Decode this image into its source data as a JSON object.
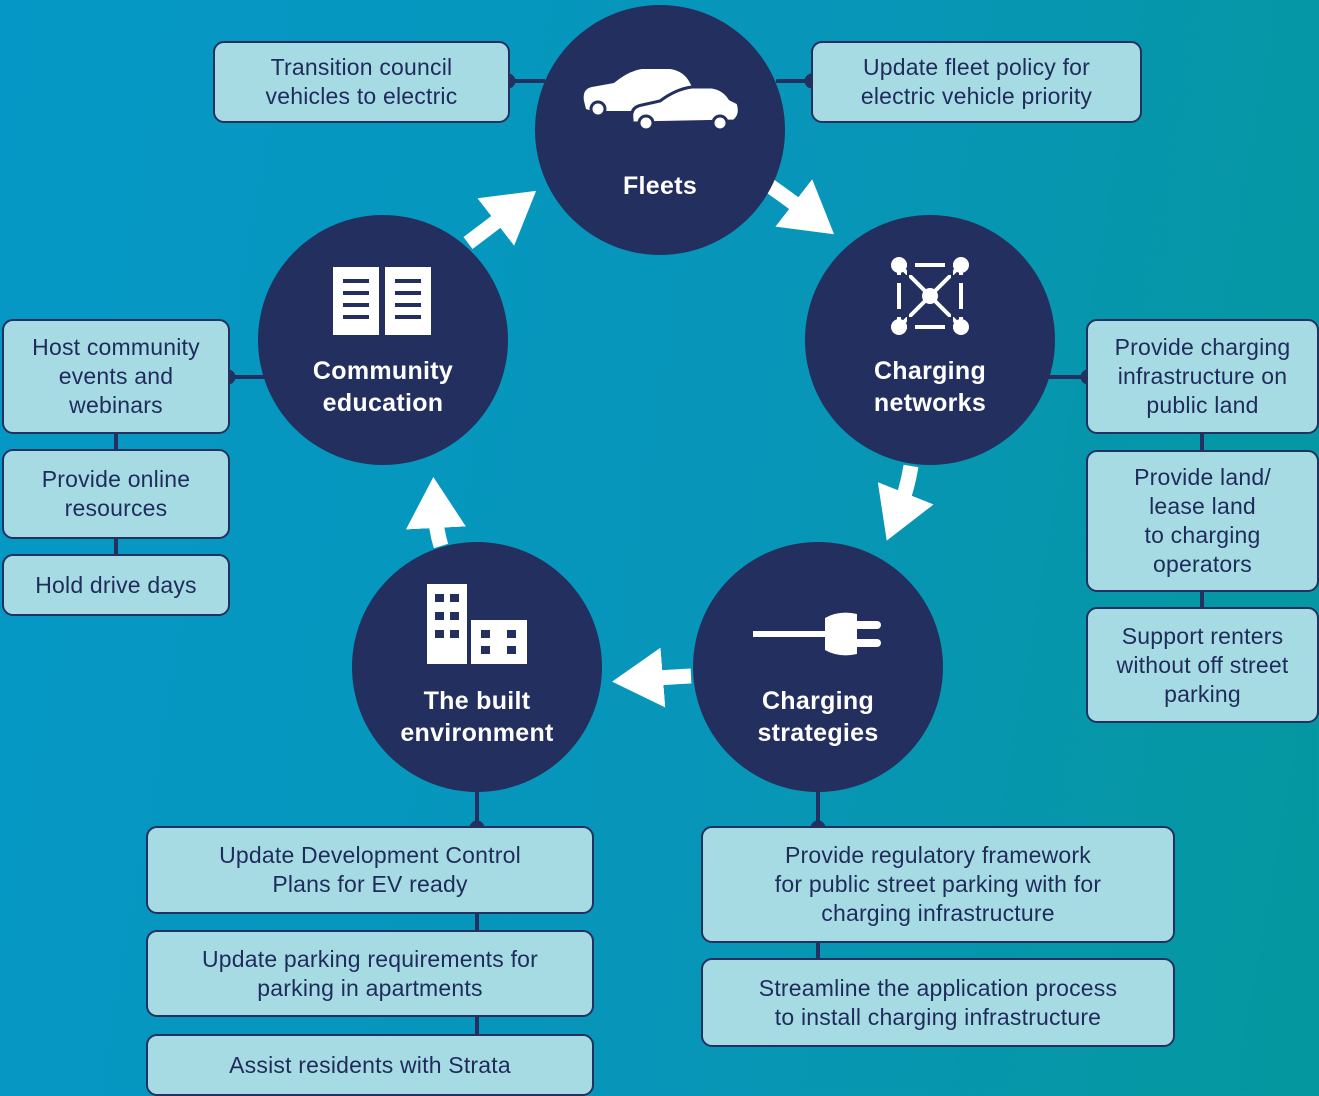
{
  "hubs": {
    "fleets": {
      "label": "Fleets",
      "icon": "cars-icon"
    },
    "charging_networks": {
      "label_lines": [
        "Charging",
        "networks"
      ],
      "icon": "network-nodes-icon"
    },
    "charging_strategies": {
      "label_lines": [
        "Charging",
        "strategies"
      ],
      "icon": "plug-icon"
    },
    "built_environment": {
      "label_lines": [
        "The built",
        "environment"
      ],
      "icon": "buildings-icon"
    },
    "community_education": {
      "label_lines": [
        "Community",
        "education"
      ],
      "icon": "book-icon"
    }
  },
  "actions": {
    "fleets": [
      {
        "lines": [
          "Transition council",
          "vehicles to electric"
        ]
      },
      {
        "lines": [
          "Update fleet policy for",
          "electric vehicle priority"
        ]
      }
    ],
    "charging_networks": [
      {
        "lines": [
          "Provide charging",
          "infrastructure on",
          "public land"
        ]
      },
      {
        "lines": [
          "Provide land/",
          "lease land",
          "to charging",
          "operators"
        ]
      },
      {
        "lines": [
          "Support renters",
          "without off street",
          "parking"
        ]
      }
    ],
    "charging_strategies": [
      {
        "lines": [
          "Provide regulatory framework",
          "for public street parking with for",
          "charging infrastructure"
        ]
      },
      {
        "lines": [
          "Streamline the application process",
          "to install charging infrastructure"
        ]
      }
    ],
    "built_environment": [
      {
        "lines": [
          "Update Development Control",
          "Plans for EV ready"
        ]
      },
      {
        "lines": [
          "Update parking requirements for",
          "parking in apartments"
        ]
      },
      {
        "lines": [
          "Assist residents with Strata"
        ]
      }
    ],
    "community_education": [
      {
        "lines": [
          "Host community",
          "events and",
          "webinars"
        ]
      },
      {
        "lines": [
          "Provide online",
          "resources"
        ]
      },
      {
        "lines": [
          "Hold drive days"
        ]
      }
    ]
  },
  "colors": {
    "hub": "#232f5e",
    "box_fill": "#a6dbe3",
    "box_border": "#233060",
    "arrow": "#ffffff",
    "text_dark": "#1f2c5b"
  }
}
